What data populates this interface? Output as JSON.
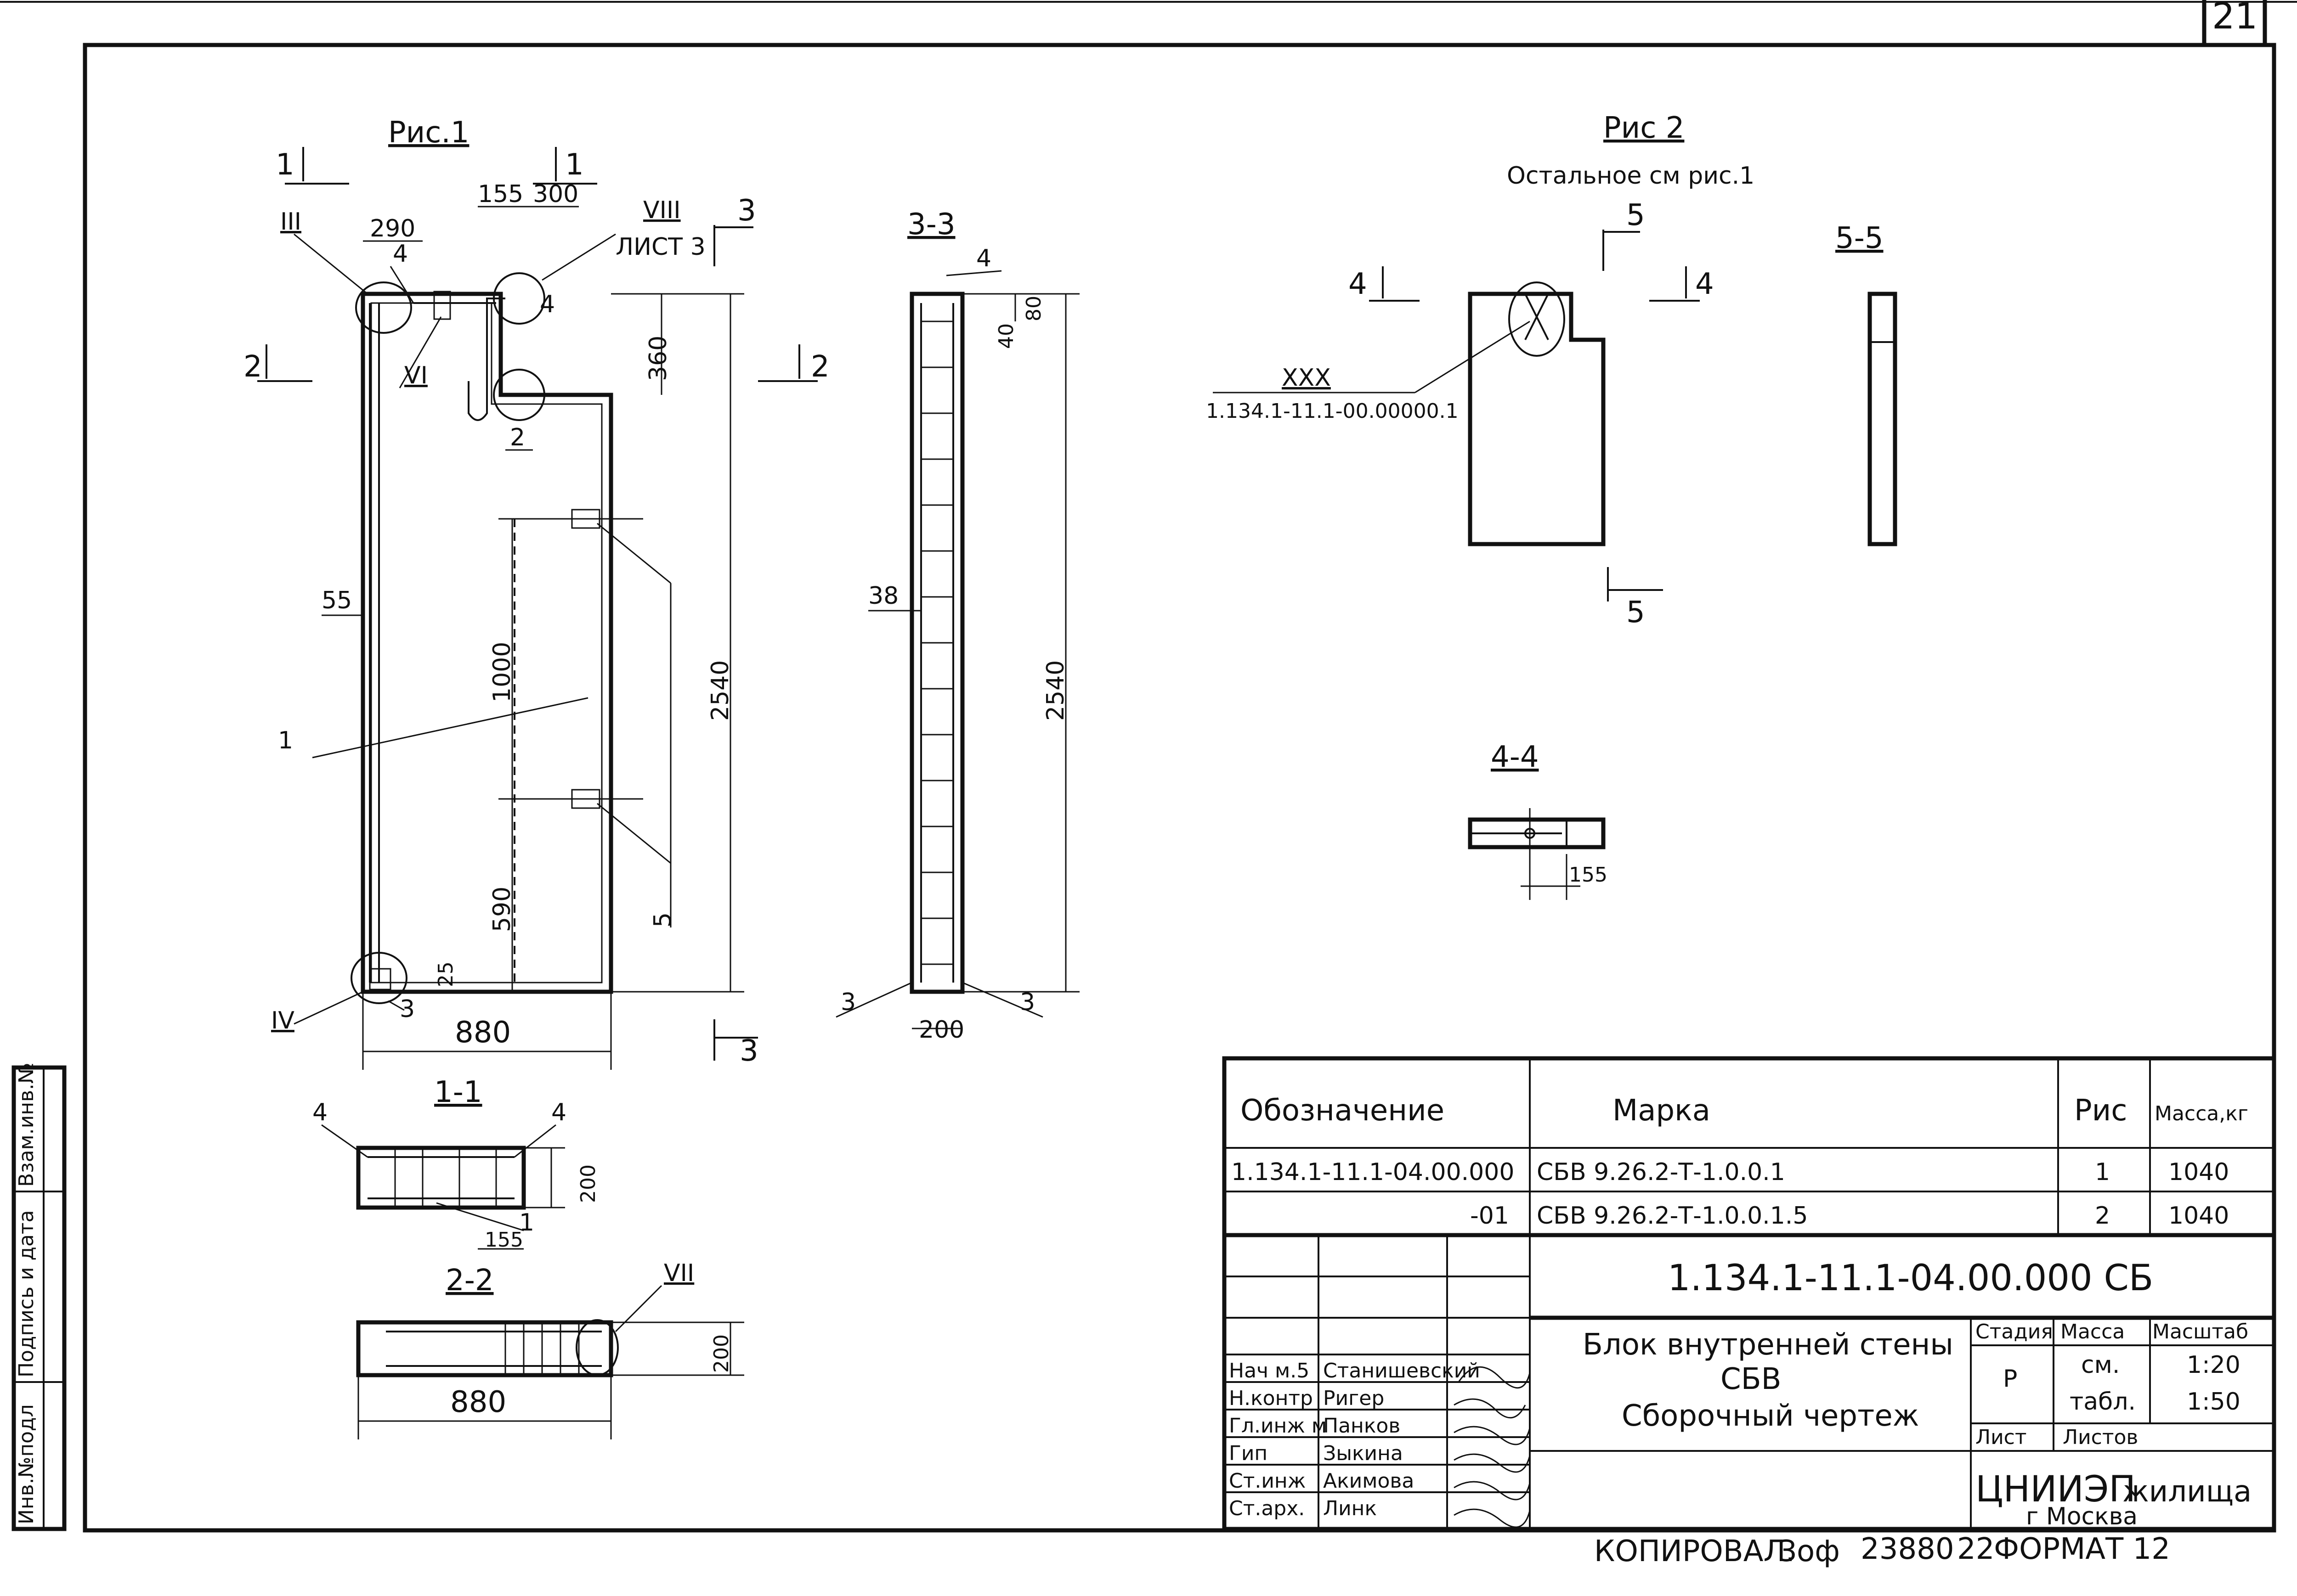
{
  "sheet": {
    "number": "21",
    "format": "ФОРМАТ 12",
    "copied": "КОПИРОВАЛ.",
    "copy_sign": "Зоф",
    "copy_number": "23880",
    "copy_extra": "22"
  },
  "side_stamp": {
    "inv_podl": "Инв.№подл",
    "podpis": "Подпись и дата",
    "vzam": "Взам.инв.№"
  },
  "fig1": {
    "title": "Рис.1",
    "labels": {
      "sec1a": "1",
      "sec1b": "1",
      "sec2a": "2",
      "sec2b": "2",
      "sec3a": "3",
      "sec3b": "3",
      "d290": "290",
      "d155": "155",
      "d300": "300",
      "d360": "360",
      "d1000": "1000",
      "d590": "590",
      "d2540": "2540",
      "d55": "55",
      "d25": "25",
      "d880": "880",
      "p4": "4",
      "p4b": "4",
      "p2": "2",
      "p1": "1",
      "p5": "5",
      "p3": "3",
      "node3": "III",
      "node4": "IV",
      "node6": "VI",
      "node8": "VIII",
      "sheet3": "ЛИСТ 3"
    }
  },
  "fig33": {
    "title": "3-3",
    "d80": "80",
    "d40": "40",
    "d38": "38",
    "d2540": "2540",
    "d200": "200",
    "p4": "4",
    "p3a": "3",
    "p3b": "3"
  },
  "fig11": {
    "title": "1-1",
    "p4a": "4",
    "p4b": "4",
    "p1": "1",
    "d155": "155",
    "d200": "200"
  },
  "fig22": {
    "title": "2-2",
    "node7": "VII",
    "d200": "200",
    "d880": "880"
  },
  "fig2": {
    "title": "Рис 2",
    "subtitle": "Остальное см рис.1",
    "node30": "XXX",
    "ref": "1.134.1-11.1-00.00000.1",
    "s4a": "4",
    "s4b": "4",
    "s5a": "5",
    "s5b": "5"
  },
  "fig55": {
    "title": "5-5"
  },
  "fig44": {
    "title": "4-4",
    "d155": "155"
  },
  "spec_table": {
    "headers": {
      "oboz": "Обозначение",
      "marka": "Марка",
      "ris": "Рис",
      "massa": "Масса,кг"
    },
    "rows": [
      {
        "oboz": "1.134.1-11.1-04.00.000",
        "marka": "СБВ 9.26.2-Т-1.0.0.1",
        "ris": "1",
        "massa": "1040"
      },
      {
        "oboz": "-01",
        "marka": "СБВ 9.26.2-Т-1.0.0.1.5",
        "ris": "2",
        "massa": "1040"
      }
    ]
  },
  "title_block": {
    "code": "1.134.1-11.1-04.00.000 СБ",
    "name1": "Блок внутренней стены",
    "name2": "СБВ",
    "name3": "Сборочный чертеж",
    "stadia_h": "Стадия",
    "massa_h": "Масса",
    "masshtab_h": "Масштаб",
    "stadia": "Р",
    "massa1": "см.",
    "massa2": "табл.",
    "scale1": "1:20",
    "scale2": "1:50",
    "list_h": "Лист",
    "listov_h": "Листов",
    "org1": "ЦНИИЭП",
    "org2": "жилища",
    "org3": "г Москва",
    "people": [
      {
        "role": "Нач м.5",
        "name": "Станишевский"
      },
      {
        "role": "Н.контр",
        "name": "Ригер"
      },
      {
        "role": "Гл.инж м",
        "name": "Панков"
      },
      {
        "role": "Гип",
        "name": "Зыкина"
      },
      {
        "role": "Ст.инж",
        "name": "Акимова"
      },
      {
        "role": "Ст.арх.",
        "name": "Линк"
      }
    ]
  }
}
